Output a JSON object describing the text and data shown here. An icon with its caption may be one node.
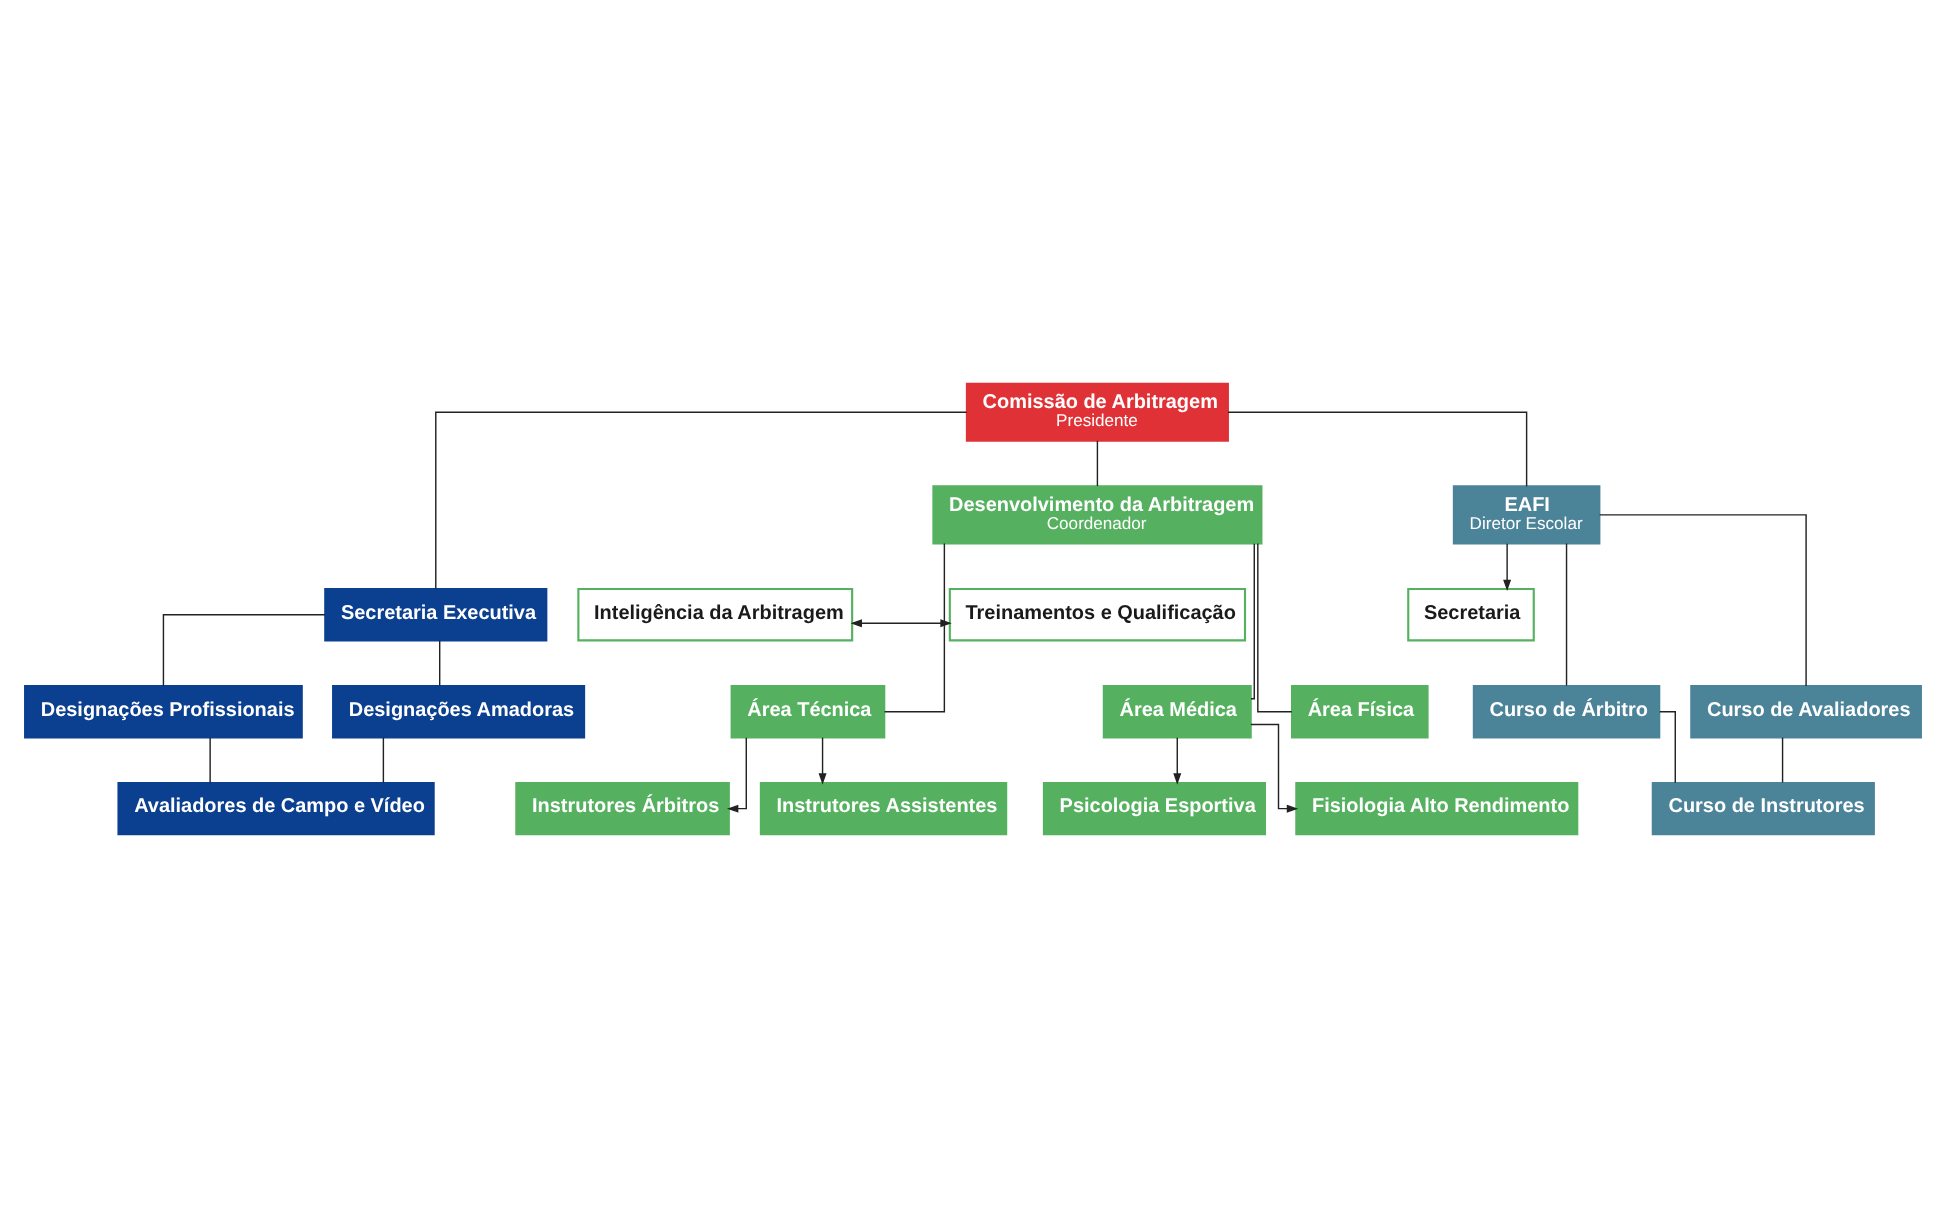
{
  "diagram": {
    "nodes": [
      {
        "text": [
          "Comissão de Arbitragem",
          "Presidente"
        ]
      },
      {
        "text": [
          "Secretaria Executiva"
        ]
      },
      {
        "text": [
          "Desenvolvimento da Arbitragem",
          "Coordenador"
        ]
      },
      {
        "text": [
          "EAFI",
          "Diretor Escolar"
        ]
      },
      {
        "text": [
          "Designações Profissionais"
        ]
      },
      {
        "text": [
          "Designações Amadoras"
        ]
      },
      {
        "text": [
          "Avaliadores de Campo e Vídeo"
        ]
      },
      {
        "text": [
          "Inteligência da Arbitragem"
        ]
      },
      {
        "text": [
          "Treinamentos e Qualificação"
        ]
      },
      {
        "text": [
          "Área Técnica"
        ]
      },
      {
        "text": [
          "Área Física"
        ]
      },
      {
        "text": [
          "Área Médica"
        ]
      },
      {
        "text": [
          "Instrutores Árbitros"
        ]
      },
      {
        "text": [
          "Instrutores Assistentes"
        ]
      },
      {
        "text": [
          "Psicologia Esportiva"
        ]
      },
      {
        "text": [
          "Fisiologia Alto Rendimento"
        ]
      },
      {
        "text": [
          "Secretaria"
        ]
      },
      {
        "text": [
          "Curso de Árbitro"
        ]
      },
      {
        "text": [
          "Curso de Avaliadores"
        ]
      },
      {
        "text": [
          "Curso de Instrutores"
        ]
      }
    ],
    "edges": [
      {
        "from": 0,
        "to": 1,
        "arrow": "none"
      },
      {
        "from": 0,
        "to": 2,
        "arrow": "none"
      },
      {
        "from": 0,
        "to": 3,
        "arrow": "none"
      },
      {
        "from": 1,
        "to": 4,
        "arrow": "none"
      },
      {
        "from": 1,
        "to": 5,
        "arrow": "none"
      },
      {
        "from": 4,
        "to": 6,
        "arrow": "none"
      },
      {
        "from": 5,
        "to": 6,
        "arrow": "none"
      },
      {
        "from": 7,
        "to": 8,
        "arrow": "both"
      },
      {
        "from": 2,
        "to": 9,
        "arrow": "none"
      },
      {
        "from": 2,
        "to": 10,
        "arrow": "none"
      },
      {
        "from": 2,
        "to": 11,
        "arrow": "none"
      },
      {
        "from": 9,
        "to": 12,
        "arrow": "to"
      },
      {
        "from": 9,
        "to": 13,
        "arrow": "to"
      },
      {
        "from": 11,
        "to": 14,
        "arrow": "to"
      },
      {
        "from": 11,
        "to": 15,
        "arrow": "to"
      },
      {
        "from": 3,
        "to": 16,
        "arrow": "to"
      },
      {
        "from": 3,
        "to": 17,
        "arrow": "none"
      },
      {
        "from": 3,
        "to": 18,
        "arrow": "none"
      },
      {
        "from": 17,
        "to": 19,
        "arrow": "none"
      },
      {
        "from": 18,
        "to": 19,
        "arrow": "none"
      }
    ]
  }
}
